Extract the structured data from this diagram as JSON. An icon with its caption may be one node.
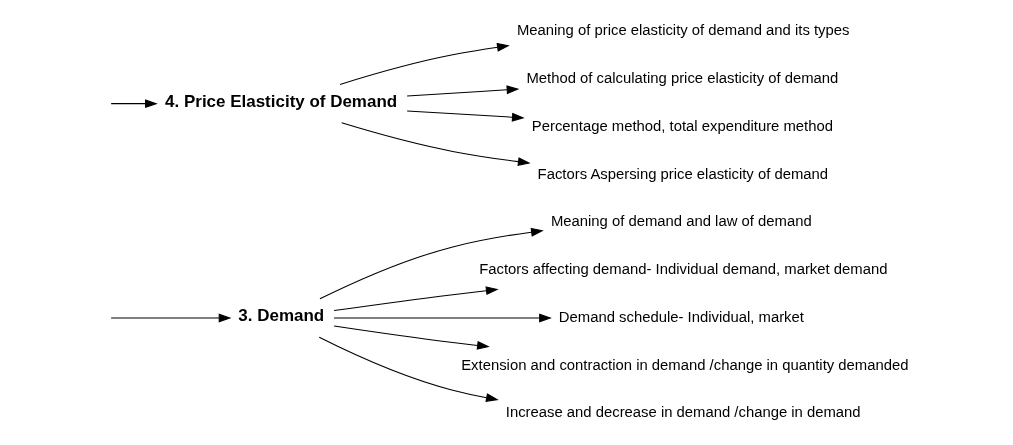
{
  "diagram": {
    "nodes": [
      {
        "text": [
          "3. Demand"
        ]
      },
      {
        "text": [
          "Meaning of demand and law of demand"
        ]
      },
      {
        "text": [
          "Factors affecting demand- Individual demand, market demand"
        ]
      },
      {
        "text": [
          "Demand schedule- Individual, market"
        ]
      },
      {
        "text": [
          "Extension and contraction in demand /change in quantity demanded"
        ]
      },
      {
        "text": [
          "Increase and decrease in demand /change in demand"
        ]
      },
      {
        "text": [
          "4. Price Elasticity of Demand"
        ]
      },
      {
        "text": [
          "Meaning of price elasticity of demand and its types"
        ]
      },
      {
        "text": [
          "Method of calculating price elasticity of demand"
        ]
      },
      {
        "text": [
          "Percentage method, total expenditure method"
        ]
      },
      {
        "text": [
          "Factors Aspersing price elasticity of demand"
        ]
      }
    ],
    "edges": [
      {
        "from": null,
        "to": 0,
        "arrow": "to"
      },
      {
        "from": null,
        "to": 6,
        "arrow": "to"
      },
      {
        "from": 0,
        "to": 1,
        "arrow": "to"
      },
      {
        "from": 0,
        "to": 2,
        "arrow": "to"
      },
      {
        "from": 0,
        "to": 3,
        "arrow": "to"
      },
      {
        "from": 0,
        "to": 4,
        "arrow": "to"
      },
      {
        "from": 0,
        "to": 5,
        "arrow": "to"
      },
      {
        "from": 6,
        "to": 7,
        "arrow": "to"
      },
      {
        "from": 6,
        "to": 8,
        "arrow": "to"
      },
      {
        "from": 6,
        "to": 9,
        "arrow": "to"
      },
      {
        "from": 6,
        "to": 10,
        "arrow": "to"
      }
    ]
  }
}
